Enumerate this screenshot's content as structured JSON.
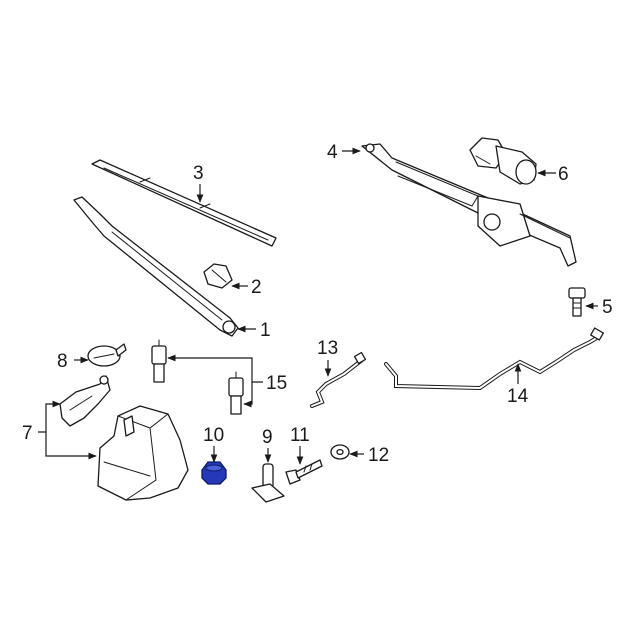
{
  "callouts": {
    "c1": "1",
    "c2": "2",
    "c3": "3",
    "c4": "4",
    "c5": "5",
    "c6": "6",
    "c7": "7",
    "c8": "8",
    "c9": "9",
    "c10": "10",
    "c11": "11",
    "c12": "12",
    "c13": "13",
    "c14": "14",
    "c15": "15"
  },
  "colors": {
    "line": "#1a1a1a",
    "highlight_part": "#2438b8",
    "background": "#ffffff"
  }
}
